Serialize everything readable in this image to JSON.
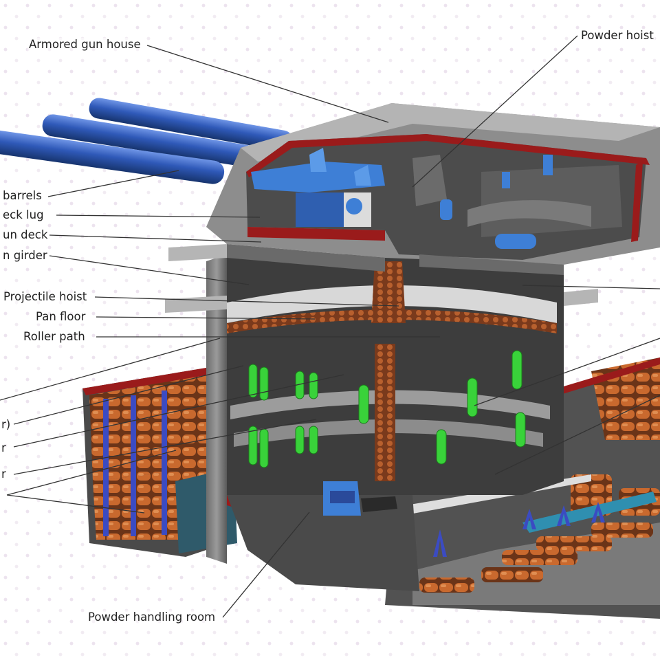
{
  "labels": {
    "armored_gun_house": "Armored gun house",
    "powder_hoist": "Powder hoist",
    "barrels": "barrels",
    "deck_lug": "eck lug",
    "gun_deck": "un deck",
    "girder": "n girder",
    "projectile_hoist": "Projectile hoist",
    "pan_floor": "Pan floor",
    "roller_path": "Roller path",
    "left_fragment_1": "r)",
    "left_fragment_2": "r",
    "left_fragment_3": "r",
    "powder_handling_room": "Powder handling room"
  },
  "colors": {
    "armor_light": "#8a8a8a",
    "armor_dark": "#555555",
    "cut_edge": "#9a1b1b",
    "barrel": "#2f59b8",
    "machinery": "#3e7fd6",
    "shell_green": "#39d23a",
    "powder_bags": "#c9692e",
    "leader_line": "#333333"
  }
}
